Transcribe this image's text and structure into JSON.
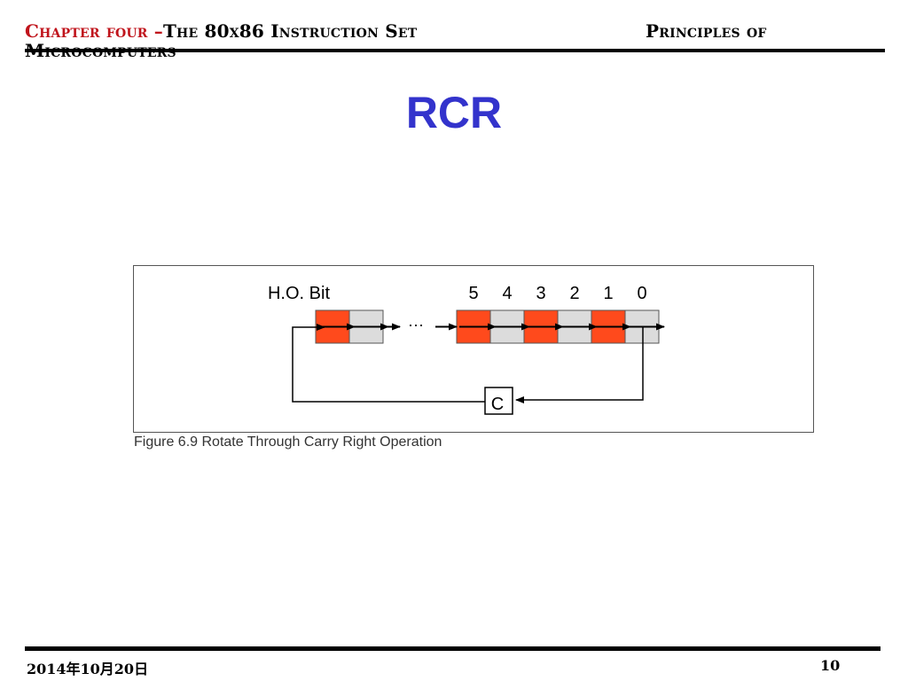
{
  "header": {
    "chapter": "Chapter four –",
    "title": "The 80x86 Instruction Set",
    "book_line1": "Principles of",
    "book_line2": "Microcomputers"
  },
  "slide": {
    "title": "RCR"
  },
  "figure": {
    "ho_label": "H.O. Bit",
    "bit_labels": [
      "5",
      "4",
      "3",
      "2",
      "1",
      "0"
    ],
    "ellipsis": "···",
    "carry_label": "C",
    "caption": "Figure 6.9 Rotate Through Carry Right Operation",
    "colors": {
      "highlight": "#ff4a1c",
      "plain": "#dcdcdc",
      "line": "#000000"
    }
  },
  "footer": {
    "date": "2014年10月20日",
    "page": "10"
  }
}
